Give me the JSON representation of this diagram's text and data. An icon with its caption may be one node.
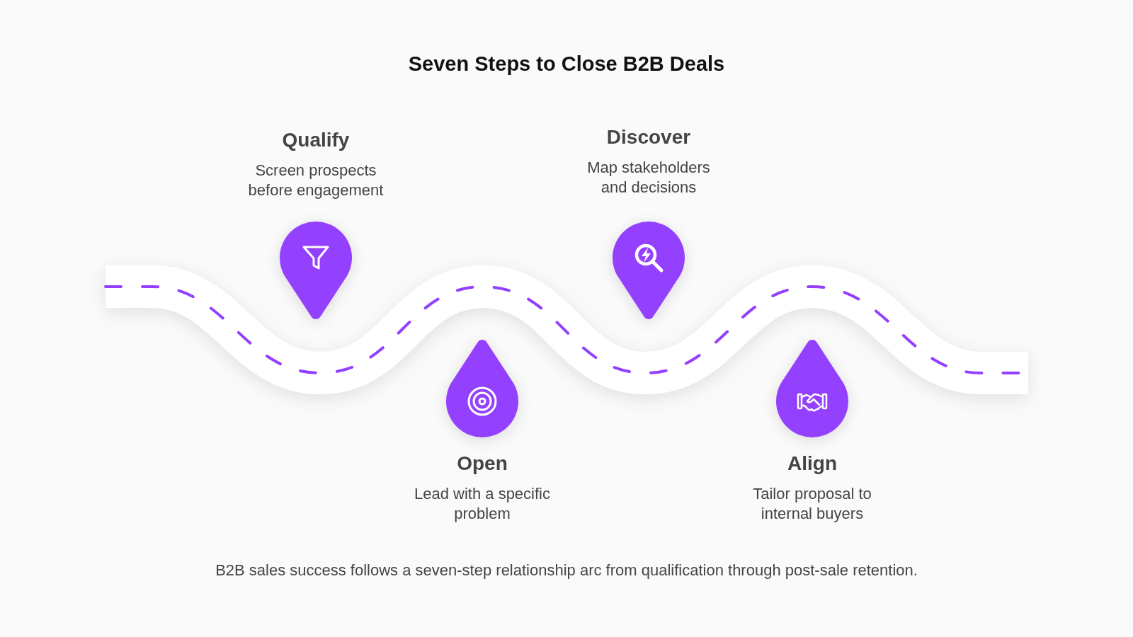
{
  "diagram": {
    "title": "Seven Steps to Close B2B Deals",
    "nodes": [
      {
        "text": [
          "Qualify",
          "Screen prospects before engagement"
        ]
      },
      {
        "text": [
          "Open",
          "Lead with a specific problem"
        ]
      },
      {
        "text": [
          "Discover",
          "Map stakeholders and decisions"
        ]
      },
      {
        "text": [
          "Align",
          "Tailor proposal to internal buyers"
        ]
      }
    ],
    "caption": "B2B sales success follows a seven-step relationship arc from qualification through post-sale retention."
  }
}
